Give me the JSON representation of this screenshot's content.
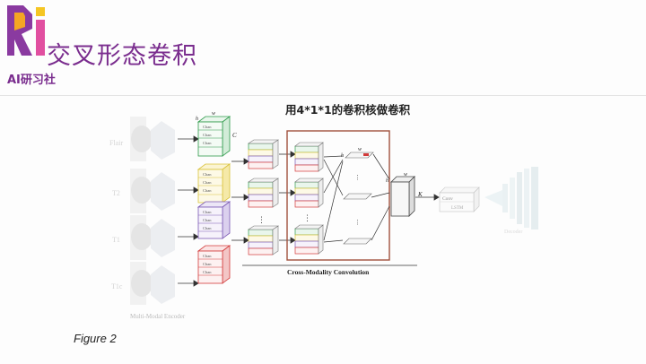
{
  "header": {
    "logo_text": "AI研习社",
    "title": "交叉形态卷积"
  },
  "figure": {
    "title": "用4*1*1的卷积核做卷积",
    "caption": "Figure 2",
    "modalities": [
      "Flair",
      "T2",
      "T1",
      "T1c"
    ],
    "channel_label": "Chan",
    "encoder_label": "Multi-Modal Encoder",
    "cmc_label": "Cross-Modality Convolution",
    "decoder_label": "Decoder",
    "dim_h": "h",
    "dim_w": "w",
    "dim_c": "C",
    "dim_k": "K",
    "conv_lstm_label": "Conv",
    "lstm_label": "LSTM",
    "dots": "⋮",
    "colors": {
      "title": "#7a2d8e",
      "green": "#2e9a4a",
      "yellow": "#d9c23a",
      "purple": "#7b58b3",
      "red": "#d23a3a",
      "frame": "#a0503c"
    }
  }
}
